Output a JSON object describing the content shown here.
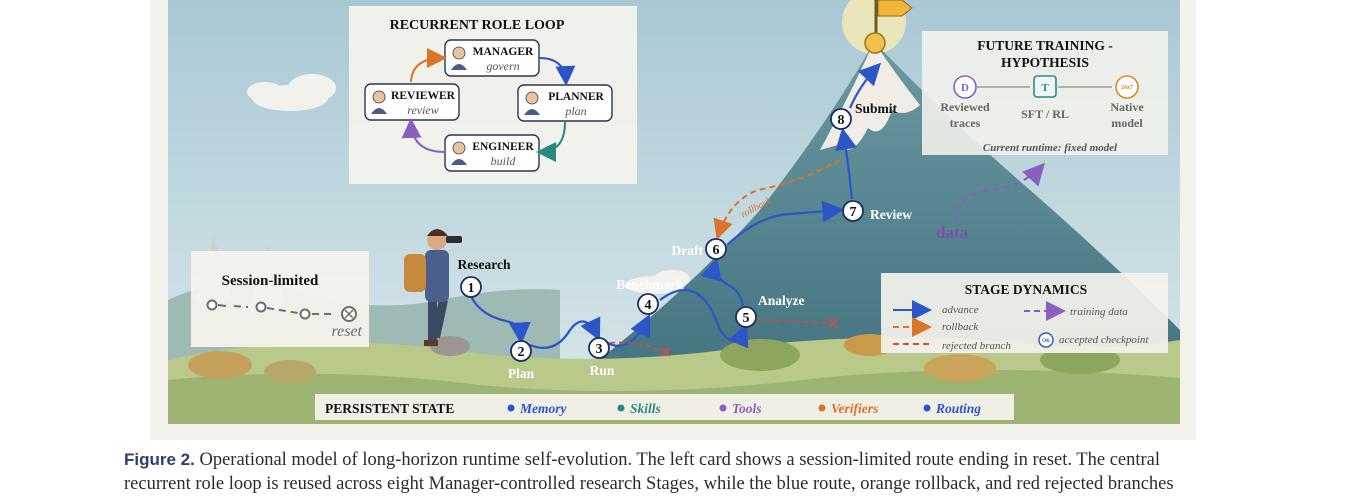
{
  "role_loop": {
    "title": "RECURRENT ROLE LOOP",
    "roles": [
      {
        "name": "MANAGER",
        "verb": "govern"
      },
      {
        "name": "PLANNER",
        "verb": "plan"
      },
      {
        "name": "ENGINEER",
        "verb": "build"
      },
      {
        "name": "REVIEWER",
        "verb": "review"
      }
    ]
  },
  "session_card": {
    "title": "Session-limited",
    "reset_label": "reset"
  },
  "future_training": {
    "title_line1": "FUTURE TRAINING -",
    "title_line2": "HYPOTHESIS",
    "nodes": [
      {
        "glyph": "D",
        "line1": "Reviewed",
        "line2": "traces",
        "color": "#8b5fc0"
      },
      {
        "glyph": "T",
        "line1": "SFT / RL",
        "line2": "",
        "color": "#2a8a80"
      },
      {
        "glyph": "24x7",
        "line1": "Native",
        "line2": "model",
        "color": "#d9872a"
      }
    ],
    "note": "Current runtime: fixed model"
  },
  "stages": [
    {
      "num": "1",
      "label": "Research"
    },
    {
      "num": "2",
      "label": "Plan"
    },
    {
      "num": "3",
      "label": "Run"
    },
    {
      "num": "4",
      "label": "Benchmark"
    },
    {
      "num": "5",
      "label": "Analyze"
    },
    {
      "num": "6",
      "label": "Draft"
    },
    {
      "num": "7",
      "label": "Review"
    },
    {
      "num": "8",
      "label": "Submit"
    }
  ],
  "route_labels": {
    "rollback": "rollback",
    "data": "data"
  },
  "stage_dynamics": {
    "title": "STAGE DYNAMICS",
    "advance": "advance",
    "rollback": "rollback",
    "rejected": "rejected branch",
    "training": "training data",
    "accepted": "accepted checkpoint",
    "ok_glyph": "OK"
  },
  "persistent_state": {
    "title": "PERSISTENT STATE",
    "items": [
      {
        "label": "Memory",
        "color": "#2c55c8"
      },
      {
        "label": "Skills",
        "color": "#2a8a80"
      },
      {
        "label": "Tools",
        "color": "#8b5fc0"
      },
      {
        "label": "Verifiers",
        "color": "#d9742a"
      },
      {
        "label": "Routing",
        "color": "#2c55c8"
      }
    ]
  },
  "caption": {
    "label": "Figure 2.",
    "line1": "Operational model of long-horizon runtime self-evolution. The left card shows a session-limited route ending in reset. The central",
    "line2": "recurrent role loop is reused across eight Manager-controlled research Stages, while the blue route, orange rollback, and red rejected branches"
  },
  "colors": {
    "route_blue": "#2c55c8",
    "rollback_orange": "#d9742a",
    "rejected_red": "#d64a3a",
    "training_purple": "#8b5fc0",
    "mountain": "#5f8c96",
    "sky": "#bfd6df",
    "grass": "#b9c98a"
  }
}
